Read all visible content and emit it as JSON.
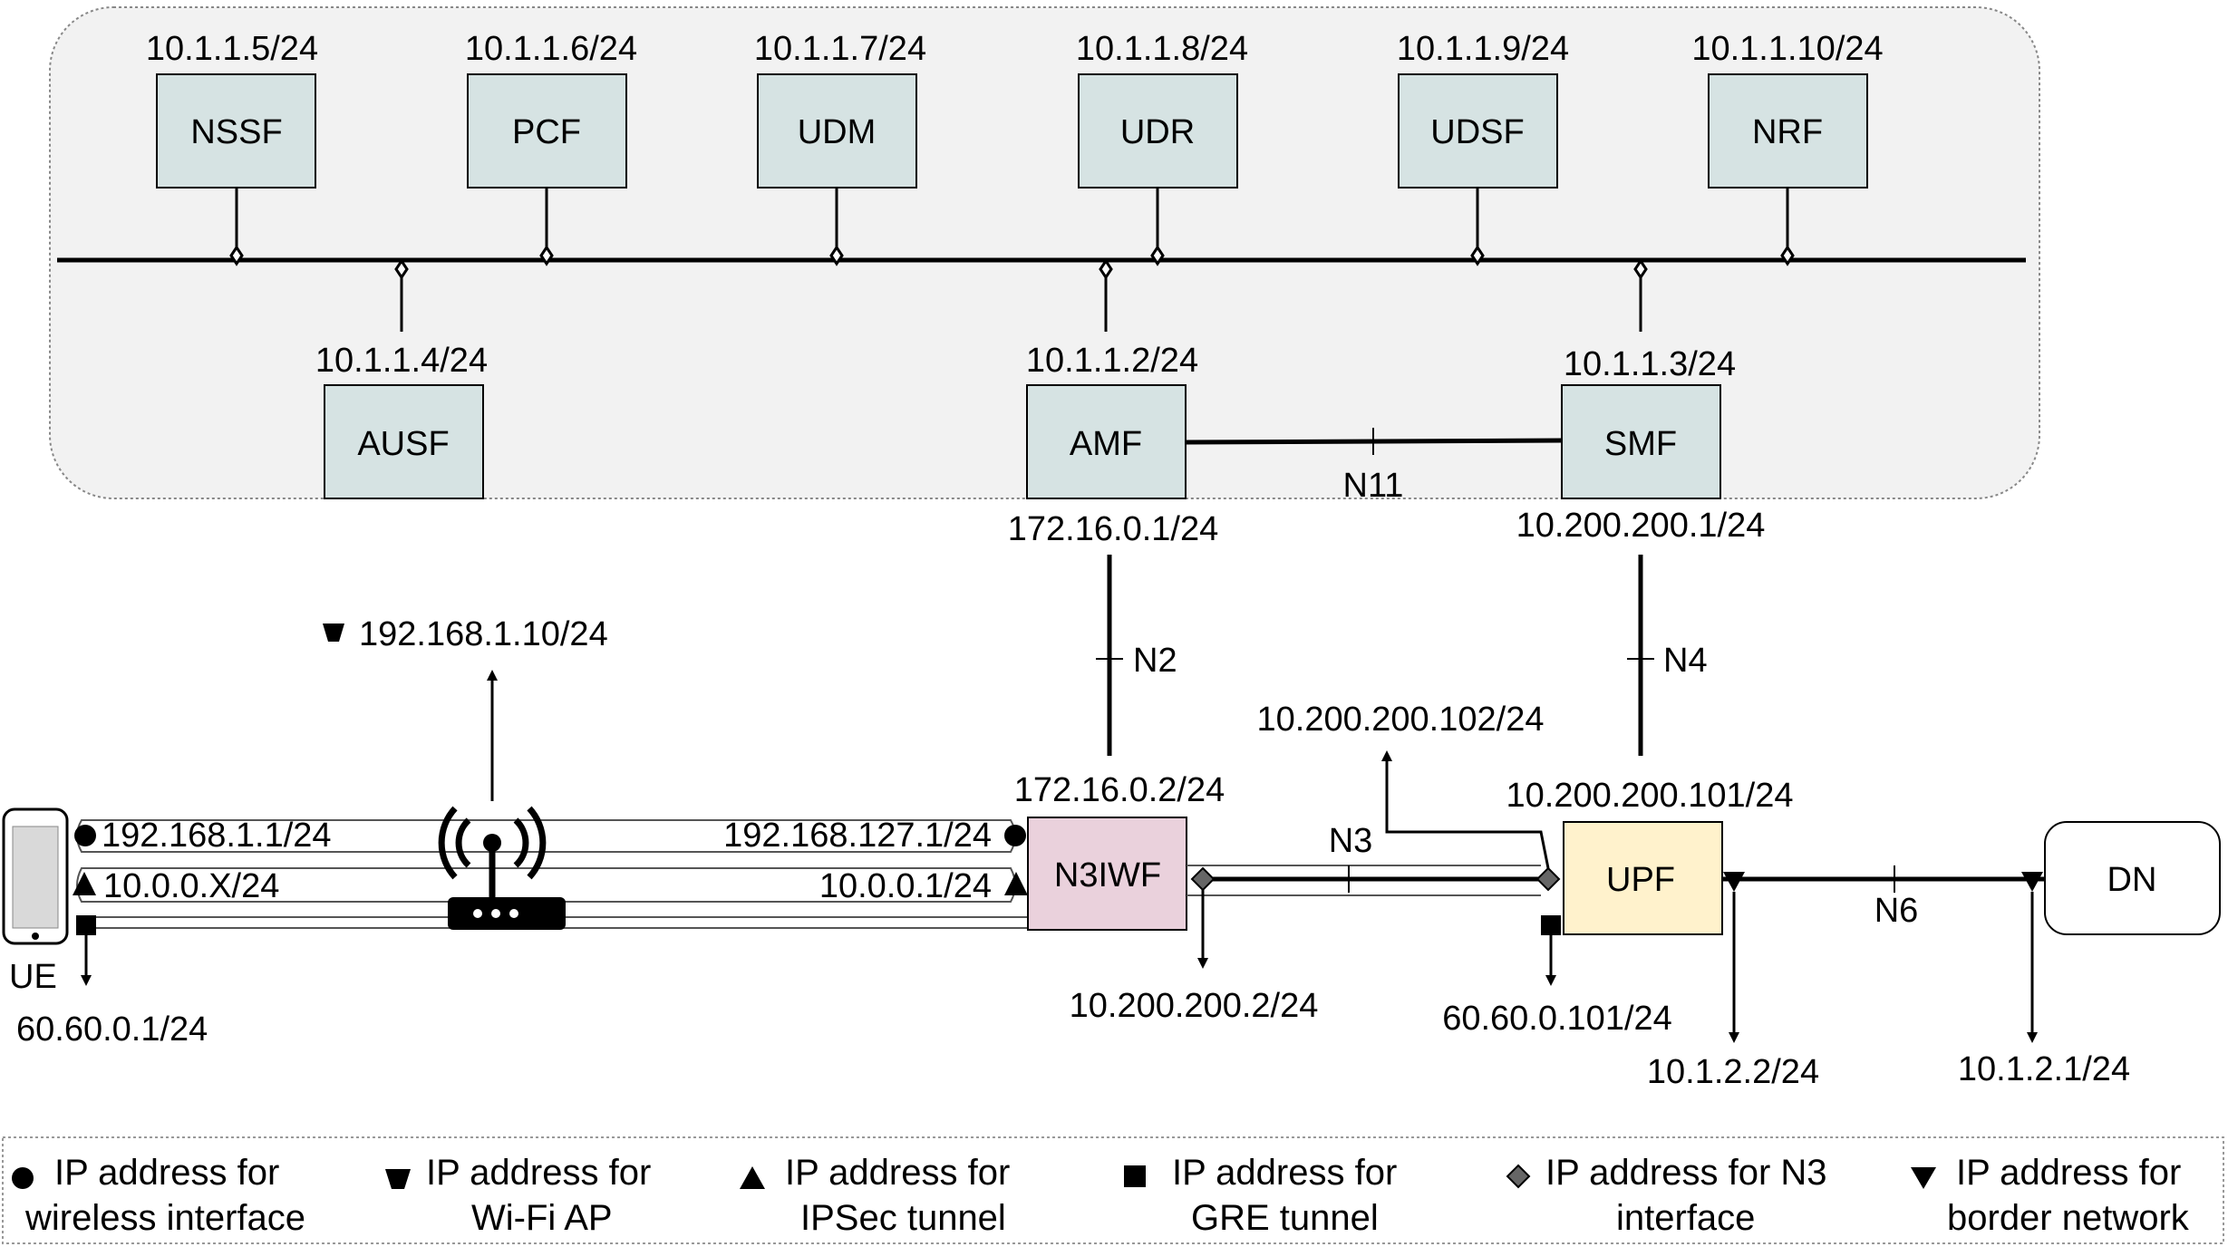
{
  "core": {
    "nfs_top": [
      {
        "name": "NSSF",
        "ip": "10.1.1.5/24"
      },
      {
        "name": "PCF",
        "ip": "10.1.1.6/24"
      },
      {
        "name": "UDM",
        "ip": "10.1.1.7/24"
      },
      {
        "name": "UDR",
        "ip": "10.1.1.8/24"
      },
      {
        "name": "UDSF",
        "ip": "10.1.1.9/24"
      },
      {
        "name": "NRF",
        "ip": "10.1.1.10/24"
      }
    ],
    "ausf": {
      "name": "AUSF",
      "ip": "10.1.1.4/24"
    },
    "amf": {
      "name": "AMF",
      "ip": "10.1.1.2/24",
      "n2_ip": "172.16.0.1/24"
    },
    "smf": {
      "name": "SMF",
      "ip": "10.1.1.3/24",
      "n4_ip": "10.200.200.1/24"
    },
    "n11_label": "N11"
  },
  "access": {
    "ue_label": "UE",
    "ue_gre_ip": "60.60.0.1/24",
    "ue_wireless_ip": "192.168.1.1/24",
    "ue_ipsec_ip": "10.0.0.X/24",
    "ap_ip": "192.168.1.10/24",
    "n3iwf": {
      "name": "N3IWF",
      "n2_ip": "172.16.0.2/24",
      "wireless_ip": "192.168.127.1/24",
      "ipsec_ip": "10.0.0.1/24",
      "n3_ip": "10.200.200.2/24"
    },
    "n2_label": "N2",
    "n3_label": "N3",
    "n4_label": "N4",
    "n6_label": "N6",
    "upf": {
      "name": "UPF",
      "n4_ip": "10.200.200.101/24",
      "n3_ip": "10.200.200.102/24",
      "gre_ip": "60.60.0.101/24",
      "border_ip": "10.1.2.2/24"
    },
    "dn": {
      "name": "DN",
      "border_ip": "10.1.2.1/24"
    }
  },
  "colors": {
    "core_bg": "#f2f2f2",
    "nf_box": "#d6e3e3",
    "n3iwf_box": "#ead1dc",
    "upf_box": "#fff2cc",
    "dn_box": "#ffffff"
  },
  "legend": [
    {
      "symbol": "circle",
      "line1": "IP address for",
      "line2": "wireless interface"
    },
    {
      "symbol": "trapezoid-down",
      "line1": "IP address for",
      "line2": "Wi-Fi AP"
    },
    {
      "symbol": "triangle-up",
      "line1": "IP address for",
      "line2": "IPSec tunnel"
    },
    {
      "symbol": "square",
      "line1": "IP address for",
      "line2": "GRE tunnel"
    },
    {
      "symbol": "diamond",
      "line1": "IP address for N3",
      "line2": "interface"
    },
    {
      "symbol": "triangle-down",
      "line1": "IP address for",
      "line2": "border network"
    }
  ]
}
